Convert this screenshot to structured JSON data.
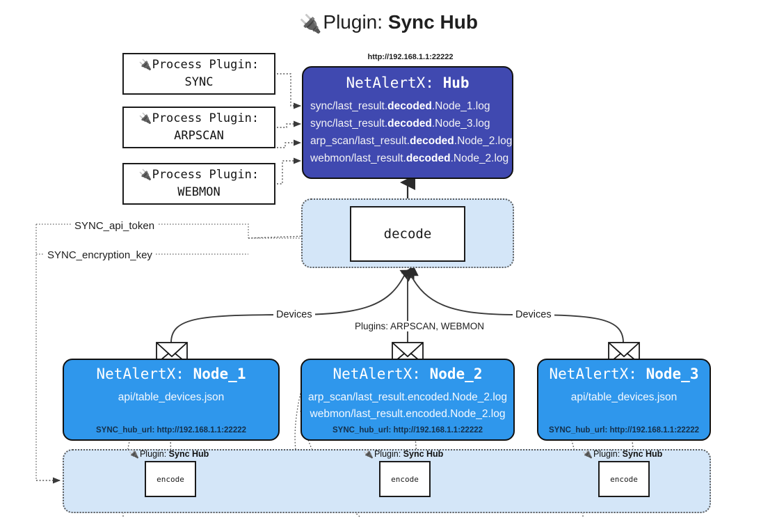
{
  "title": {
    "icon": "plug-icon",
    "prefix": "Plugin:",
    "name": "Sync Hub"
  },
  "process_plugins": [
    {
      "icon": "plug-icon",
      "line1": "Process Plugin:",
      "line2": "SYNC"
    },
    {
      "icon": "plug-icon",
      "line1": "Process Plugin:",
      "line2": "ARPSCAN"
    },
    {
      "icon": "plug-icon",
      "line1": "Process Plugin:",
      "line2": "WEBMON"
    }
  ],
  "hub": {
    "url": "http://192.168.1.1:22222",
    "title_prefix": "NetAlertX:",
    "title_name": "Hub",
    "lines": [
      {
        "pre": "sync/last_result.",
        "strong": "decoded",
        "post": ".Node_1.log"
      },
      {
        "pre": "sync/last_result.",
        "strong": "decoded",
        "post": ".Node_3.log"
      },
      {
        "pre": "arp_scan/last_result.",
        "strong": "decoded",
        "post": ".Node_2.log"
      },
      {
        "pre": "webmon/last_result.",
        "strong": "decoded",
        "post": ".Node_2.log"
      }
    ]
  },
  "decode": {
    "box_label": "decode"
  },
  "edge_labels": {
    "api_token": "SYNC_api_token",
    "encryption_key": "SYNC_encryption_key",
    "devices_left": "Devices",
    "devices_right": "Devices",
    "plugins_mid": "Plugins: ARPSCAN, WEBMON"
  },
  "nodes": [
    {
      "title_prefix": "NetAlertX:",
      "title_name": "Node_1",
      "lines": [
        "api/table_devices.json"
      ],
      "footer": "SYNC_hub_url: http://192.168.1.1:22222",
      "envelope_icon": "envelope-icon"
    },
    {
      "title_prefix": "NetAlertX:",
      "title_name": "Node_2",
      "lines": [
        "arp_scan/last_result.encoded.Node_2.log",
        "webmon/last_result.encoded.Node_2.log"
      ],
      "footer": "SYNC_hub_url: http://192.168.1.1:22222",
      "envelope_icon": "envelope-icon"
    },
    {
      "title_prefix": "NetAlertX:",
      "title_name": "Node_3",
      "lines": [
        "api/table_devices.json"
      ],
      "footer": "SYNC_hub_url: http://192.168.1.1:22222",
      "envelope_icon": "envelope-icon"
    }
  ],
  "encoders": [
    {
      "caption_icon": "plug-icon",
      "caption_prefix": "Plugin:",
      "caption_name": "Sync Hub",
      "box_label": "encode"
    },
    {
      "caption_icon": "plug-icon",
      "caption_prefix": "Plugin:",
      "caption_name": "Sync Hub",
      "box_label": "encode"
    },
    {
      "caption_icon": "plug-icon",
      "caption_prefix": "Plugin:",
      "caption_name": "Sync Hub",
      "box_label": "encode"
    }
  ],
  "colors": {
    "hub": "#4049b0",
    "node": "#2f97ec",
    "container": "#d4e6f8",
    "stroke": "#1b1b1b"
  }
}
